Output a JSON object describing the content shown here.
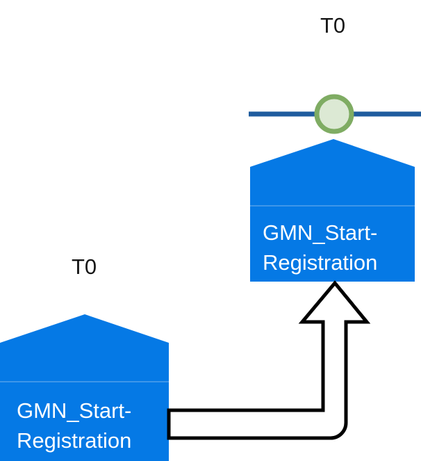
{
  "diagram": {
    "type": "bpmn-collaboration-mapping",
    "background_color": "#ffffff",
    "colors": {
      "node_fill": "#0579E5",
      "node_divider": "#3E96E9",
      "node_text": "#ffffff",
      "lane_line": "#1F5C9E",
      "gateway_ring": "#7FAC63",
      "gateway_fill": "#DCE9D4",
      "arrow_stroke": "#000000",
      "arrow_fill": "#ffffff",
      "label_text": "#161616"
    },
    "nodes": [
      {
        "id": "target-node",
        "shape": "pentagon-home",
        "time_label": "T0",
        "name_line_1": "GMN_Start-",
        "name_line_2": "Registration",
        "full_name": "GMN_Start-Registration",
        "has_gateway_marker": true,
        "has_lane_line": true
      },
      {
        "id": "source-node",
        "shape": "pentagon-home",
        "time_label": "T0",
        "name_line_1": "GMN_Start-",
        "name_line_2": "Registration",
        "full_name": "GMN_Start-Registration",
        "has_gateway_marker": false,
        "has_lane_line": false
      }
    ],
    "connectors": [
      {
        "id": "mapping-arrow",
        "from": "source-node",
        "to": "target-node",
        "style": "hollow-block-arrow",
        "direction": "right-then-up",
        "arrowhead": "up"
      }
    ],
    "markers": [
      {
        "id": "start-event-marker",
        "icon": "green-circle-event-icon",
        "on_node": "target-node"
      }
    ]
  }
}
